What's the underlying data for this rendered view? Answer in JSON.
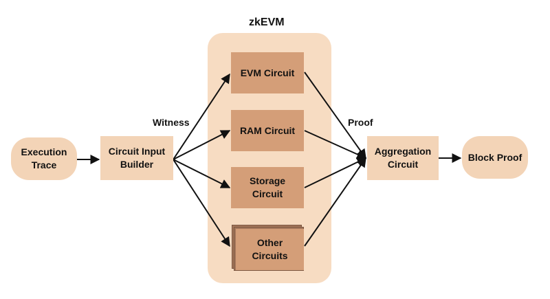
{
  "diagram": {
    "container_title": "zkEVM",
    "edge_labels": {
      "witness": "Witness",
      "proof": "Proof"
    },
    "nodes": {
      "execution_trace": "Execution\nTrace",
      "circuit_input_builder": "Circuit Input\nBuilder",
      "evm_circuit": "EVM Circuit",
      "ram_circuit": "RAM Circuit",
      "storage_circuit": "Storage\nCircuit",
      "other_circuits": "Other\nCircuits",
      "aggregation_circuit": "Aggregation\nCircuit",
      "block_proof": "Block Proof"
    },
    "colors": {
      "light_fill": "#f3d4b7",
      "dark_fill": "#d49e78",
      "container_fill": "#f7dcc2",
      "edge": "#111111"
    }
  }
}
